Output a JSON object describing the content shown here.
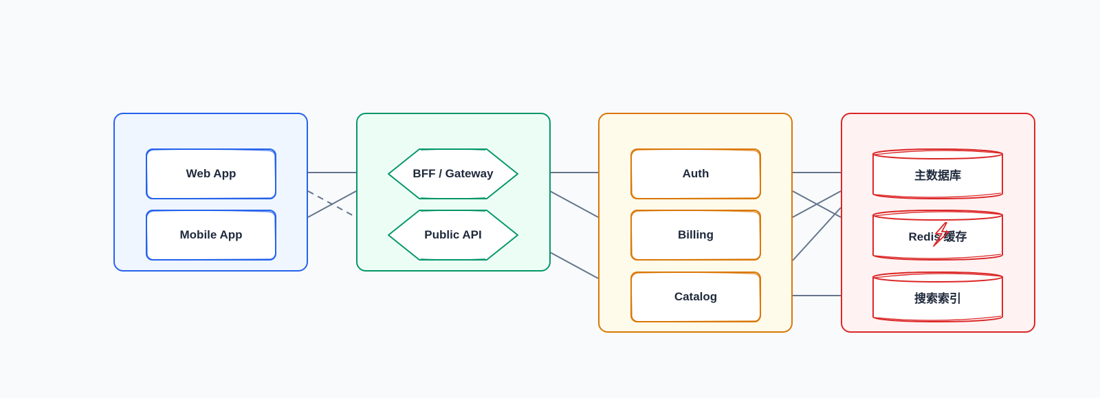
{
  "colors": {
    "background": "#f8fafc",
    "connector": "#64748b",
    "groups": {
      "clients": {
        "border": "#2563eb",
        "fill": "#eff6ff"
      },
      "edge": {
        "border": "#059669",
        "fill": "#ecfdf5"
      },
      "services": {
        "border": "#d97706",
        "fill": "#fffbeb"
      },
      "data": {
        "border": "#dc2626",
        "fill": "#fef2f2"
      }
    },
    "node_fill": "#ffffff",
    "label": "#1e293b"
  },
  "groups": {
    "clients": {
      "nodes": {
        "web_app": {
          "label": "Web App",
          "shape": "rounded-rect"
        },
        "mobile_app": {
          "label": "Mobile App",
          "shape": "rounded-rect"
        }
      }
    },
    "edge": {
      "nodes": {
        "bff_gateway": {
          "label": "BFF / Gateway",
          "shape": "hexagon"
        },
        "public_api": {
          "label": "Public API",
          "shape": "hexagon"
        }
      }
    },
    "services": {
      "nodes": {
        "auth": {
          "label": "Auth",
          "shape": "rounded-rect"
        },
        "billing": {
          "label": "Billing",
          "shape": "rounded-rect"
        },
        "catalog": {
          "label": "Catalog",
          "shape": "rounded-rect"
        }
      }
    },
    "data": {
      "nodes": {
        "main_db": {
          "label": "主数据库",
          "shape": "cylinder"
        },
        "redis_cache": {
          "label": "Redis 缓存",
          "shape": "cylinder",
          "marker": "lightning-icon"
        },
        "search_index": {
          "label": "搜索索引",
          "shape": "cylinder"
        }
      }
    }
  },
  "edges": [
    {
      "from": "web_app",
      "to": "bff_gateway",
      "style": "solid"
    },
    {
      "from": "web_app",
      "to": "public_api",
      "style": "dashed"
    },
    {
      "from": "mobile_app",
      "to": "bff_gateway",
      "style": "solid"
    },
    {
      "from": "bff_gateway",
      "to": "auth",
      "style": "solid"
    },
    {
      "from": "bff_gateway",
      "to": "billing",
      "style": "solid"
    },
    {
      "from": "public_api",
      "to": "catalog",
      "style": "solid"
    },
    {
      "from": "auth",
      "to": "main_db",
      "style": "solid"
    },
    {
      "from": "auth",
      "to": "redis_cache",
      "style": "solid"
    },
    {
      "from": "billing",
      "to": "main_db",
      "style": "solid"
    },
    {
      "from": "billing",
      "to": "redis_cache",
      "style": "solid"
    },
    {
      "from": "catalog",
      "to": "search_index",
      "style": "solid"
    }
  ]
}
